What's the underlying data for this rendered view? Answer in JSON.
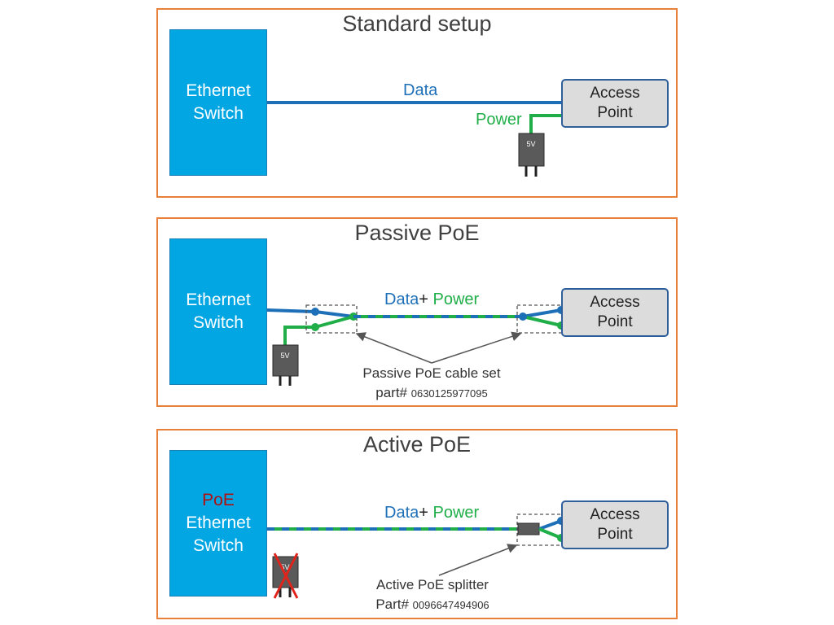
{
  "panels": {
    "standard": {
      "title": "Standard setup",
      "switch": [
        "Ethernet",
        "Switch"
      ],
      "access_point": [
        "Access",
        "Point"
      ],
      "data_label": "Data",
      "power_label": "Power",
      "adapter": "5V"
    },
    "passive": {
      "title": "Passive PoE",
      "switch": [
        "Ethernet",
        "Switch"
      ],
      "access_point": [
        "Access",
        "Point"
      ],
      "data_label": "Data",
      "plus": "+",
      "power_label": "Power",
      "adapter": "5V",
      "caption_line1": "Passive PoE cable set",
      "caption_prefix": "part# ",
      "caption_number": "0630125977095"
    },
    "active": {
      "title": "Active PoE",
      "switch_poe": "PoE",
      "switch": [
        "Ethernet",
        "Switch"
      ],
      "access_point": [
        "Access",
        "Point"
      ],
      "data_label": "Data",
      "plus": "+",
      "power_label": "Power",
      "adapter": "5V",
      "caption_line1": "Active PoE splitter",
      "caption_prefix": "Part# ",
      "caption_number": "0096647494906"
    }
  },
  "colors": {
    "data": "#1d6fb8",
    "power": "#1fae48",
    "switch_fill": "#02a6e3",
    "panel_border": "#e8803a",
    "ap_fill": "#dcdcdc",
    "cross": "#e0241b"
  }
}
